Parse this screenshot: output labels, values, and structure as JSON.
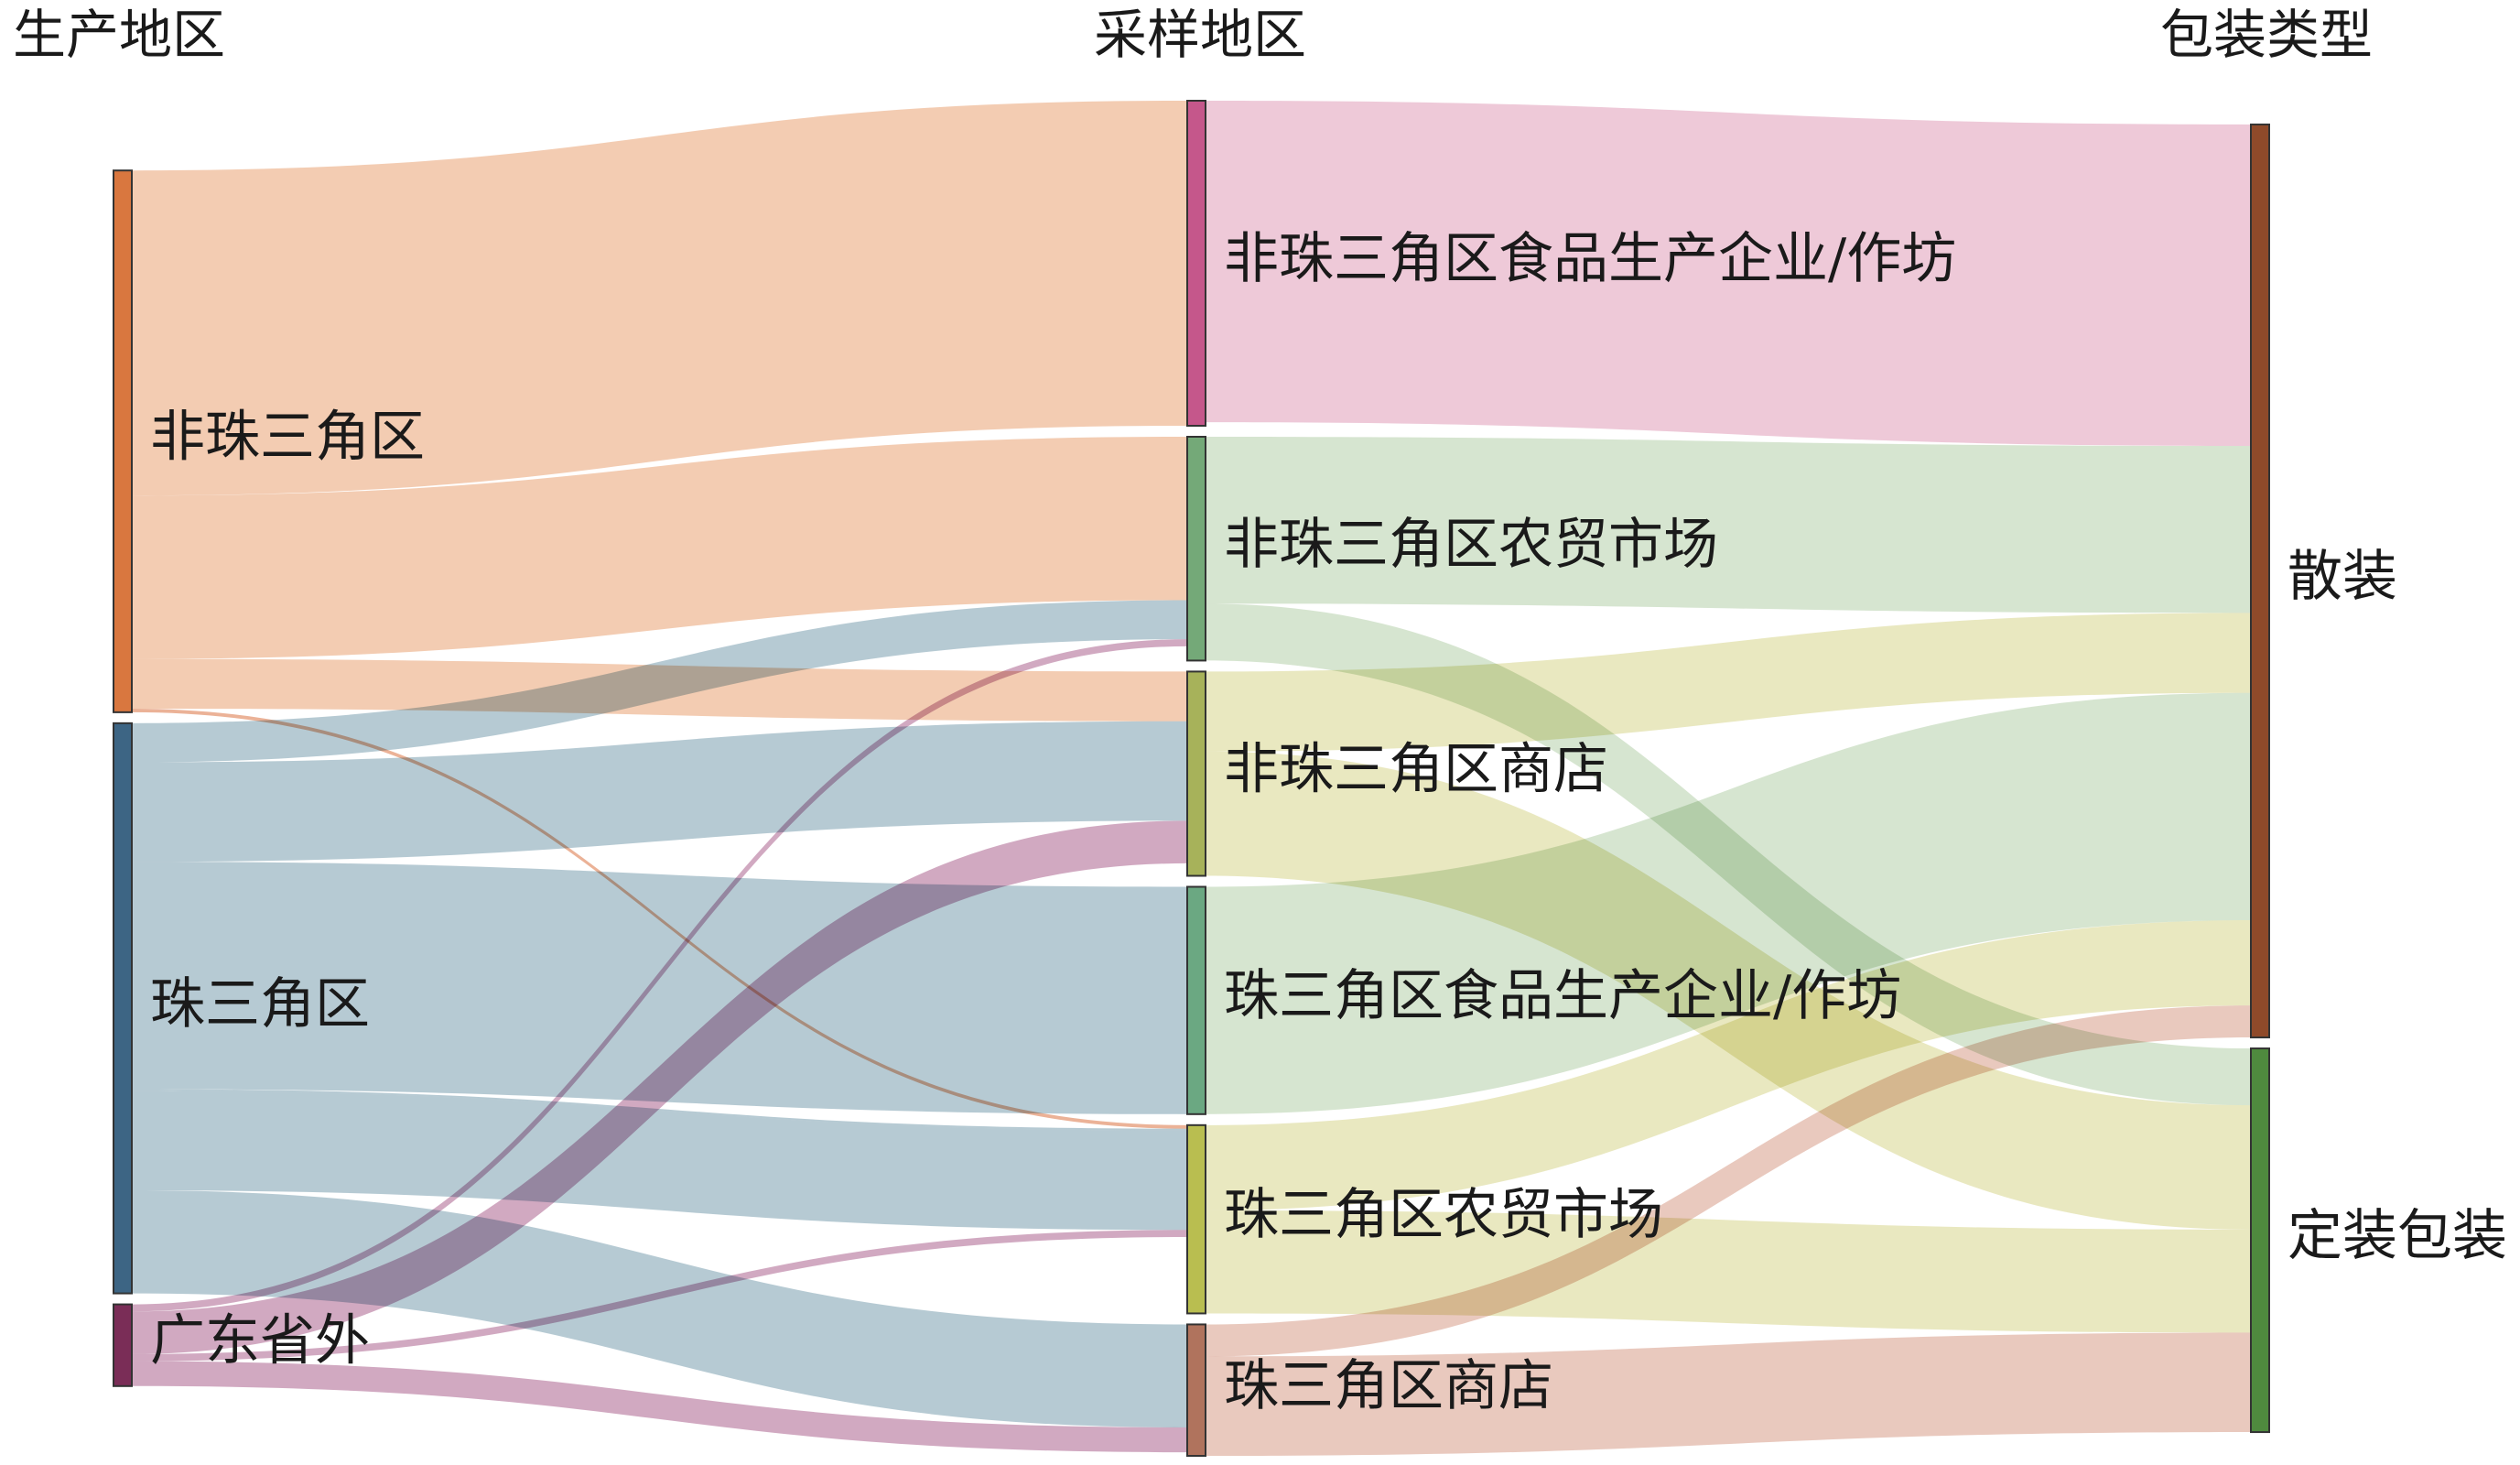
{
  "columns": [
    {
      "key": "production",
      "title": "生产地区"
    },
    {
      "key": "sampling",
      "title": "采样地区"
    },
    {
      "key": "packaging",
      "title": "包装类型"
    }
  ],
  "nodes": [
    {
      "id": "p_non_prd",
      "column": "production",
      "label": "非珠三角区",
      "color": "#d9773f"
    },
    {
      "id": "p_prd",
      "column": "production",
      "label": "珠三角区",
      "color": "#3d6584"
    },
    {
      "id": "p_out",
      "column": "production",
      "label": "广东省外",
      "color": "#7a2d57"
    },
    {
      "id": "s_nprd_fac",
      "column": "sampling",
      "label": "非珠三角区食品生产企业/作坊",
      "color": "#c5578b"
    },
    {
      "id": "s_nprd_mkt",
      "column": "sampling",
      "label": "非珠三角区农贸市场",
      "color": "#74a978"
    },
    {
      "id": "s_nprd_shop",
      "column": "sampling",
      "label": "非珠三角区商店",
      "color": "#a7b25a"
    },
    {
      "id": "s_prd_fac",
      "column": "sampling",
      "label": "珠三角区食品生产企业/作坊",
      "color": "#6ba882"
    },
    {
      "id": "s_prd_mkt",
      "column": "sampling",
      "label": "珠三角区农贸市场",
      "color": "#b9be50"
    },
    {
      "id": "s_prd_shop",
      "column": "sampling",
      "label": "珠三角区商店",
      "color": "#b0735d"
    },
    {
      "id": "k_bulk",
      "column": "packaging",
      "label": "散装",
      "color": "#8f4a2a"
    },
    {
      "id": "k_pre",
      "column": "packaging",
      "label": "定装包装",
      "color": "#4f8a3e"
    }
  ],
  "links": [
    {
      "source": "p_non_prd",
      "target": "s_nprd_fac",
      "value": 183,
      "color": "#f1c3a5"
    },
    {
      "source": "p_non_prd",
      "target": "s_nprd_mkt",
      "value": 92,
      "color": "#f1c3a5"
    },
    {
      "source": "p_non_prd",
      "target": "s_nprd_shop",
      "value": 28,
      "color": "#f1c3a5"
    },
    {
      "source": "p_non_prd",
      "target": "s_prd_mkt",
      "value": 2,
      "color": "#e8a585"
    },
    {
      "source": "p_prd",
      "target": "s_nprd_mkt",
      "value": 22,
      "color": "#a9c1cb"
    },
    {
      "source": "p_prd",
      "target": "s_prd_fac",
      "value": 128,
      "color": "#a9c1cb"
    },
    {
      "source": "p_prd",
      "target": "s_prd_mkt",
      "value": 1,
      "color": "#a9c1cb"
    },
    {
      "source": "p_prd",
      "target": "s_nprd_shop",
      "value": 56,
      "color": "#a9c1cb"
    },
    {
      "source": "p_prd",
      "target": "s_prd_mkt",
      "value": 56,
      "color": "#a9c1cb"
    },
    {
      "source": "p_prd",
      "target": "s_prd_shop",
      "value": 58,
      "color": "#a9c1cb"
    },
    {
      "source": "p_out",
      "target": "s_nprd_mkt",
      "value": 4,
      "color": "#c99ab6"
    },
    {
      "source": "p_out",
      "target": "s_nprd_shop",
      "value": 24,
      "color": "#c99ab6"
    },
    {
      "source": "p_out",
      "target": "s_prd_mkt",
      "value": 4,
      "color": "#c99ab6"
    },
    {
      "source": "p_out",
      "target": "s_prd_shop",
      "value": 14,
      "color": "#c99ab6"
    },
    {
      "source": "s_nprd_fac",
      "target": "k_bulk",
      "value": 181,
      "color": "#ebbfd1"
    },
    {
      "source": "s_nprd_mkt",
      "target": "k_bulk",
      "value": 94,
      "color": "#cfe1c8"
    },
    {
      "source": "s_nprd_mkt",
      "target": "k_pre",
      "value": 32,
      "color": "#cfe1c8"
    },
    {
      "source": "s_nprd_shop",
      "target": "k_bulk",
      "value": 45,
      "color": "#e5e4b5"
    },
    {
      "source": "s_nprd_shop",
      "target": "k_pre",
      "value": 70,
      "color": "#e5e4b5"
    },
    {
      "source": "s_prd_fac",
      "target": "k_bulk",
      "value": 128,
      "color": "#cfe1c8"
    },
    {
      "source": "s_prd_mkt",
      "target": "k_bulk",
      "value": 48,
      "color": "#e5e4b5"
    },
    {
      "source": "s_prd_mkt",
      "target": "k_pre",
      "value": 58,
      "color": "#e5e4b5"
    },
    {
      "source": "s_prd_shop",
      "target": "k_bulk",
      "value": 18,
      "color": "#e5c0b3"
    },
    {
      "source": "s_prd_shop",
      "target": "k_pre",
      "value": 56,
      "color": "#e5c0b3"
    }
  ]
}
